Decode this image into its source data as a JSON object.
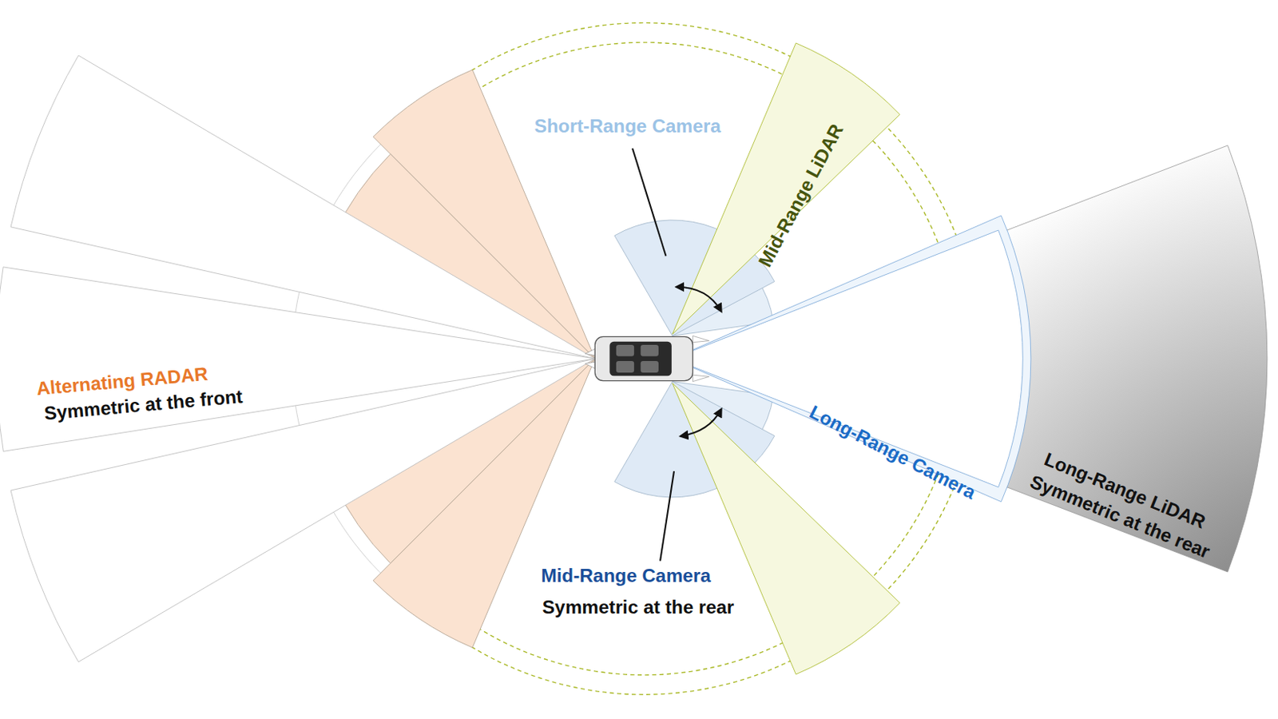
{
  "diagram": {
    "labels": [
      "Short-Range Camera",
      "Mid-Range LiDAR",
      "Alternating RADAR",
      "Symmetric at the front",
      "Long-Range Camera",
      "Long-Range LiDAR",
      "Symmetric at the rear",
      "Mid-Range Camera",
      "Symmetric at the rear"
    ]
  }
}
